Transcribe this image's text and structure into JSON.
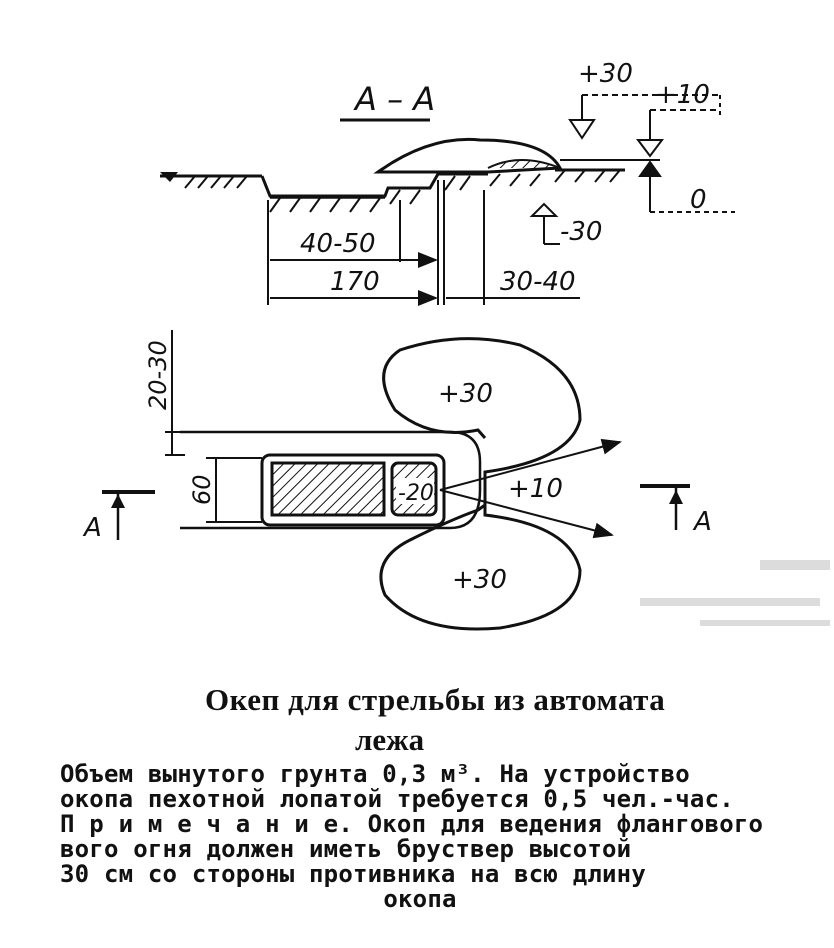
{
  "section_view": {
    "title": "А – А",
    "labels": {
      "level_plus30": "+30",
      "level_plus10": "+10",
      "level_zero": "0",
      "level_minus30": "-30",
      "dim_40_50": "40-50",
      "dim_170": "170",
      "dim_30_40": "30-40"
    }
  },
  "plan_view": {
    "labels": {
      "parapet_top": "+30",
      "parapet_bottom": "+30",
      "sector": "+10",
      "elbow_rest": "-20",
      "dim_60": "60",
      "dim_20_30": "20-30",
      "cut_left": "А",
      "cut_right": "А"
    }
  },
  "caption": {
    "title_line1": "Океп для стрельбы из автомата",
    "title_line2": "лежа",
    "body_lines": [
      "Объем вынутого грунта 0,3 м³. На устройство",
      "окопа пехотной лопатой требуется 0,5 чел.-час.",
      "П р и м е ч а н и е. Окоп для ведения флангового",
      "вого огня должен иметь бруствер высотой",
      "30 см со стороны противника на всю длину"
    ],
    "body_last": "окопа"
  }
}
